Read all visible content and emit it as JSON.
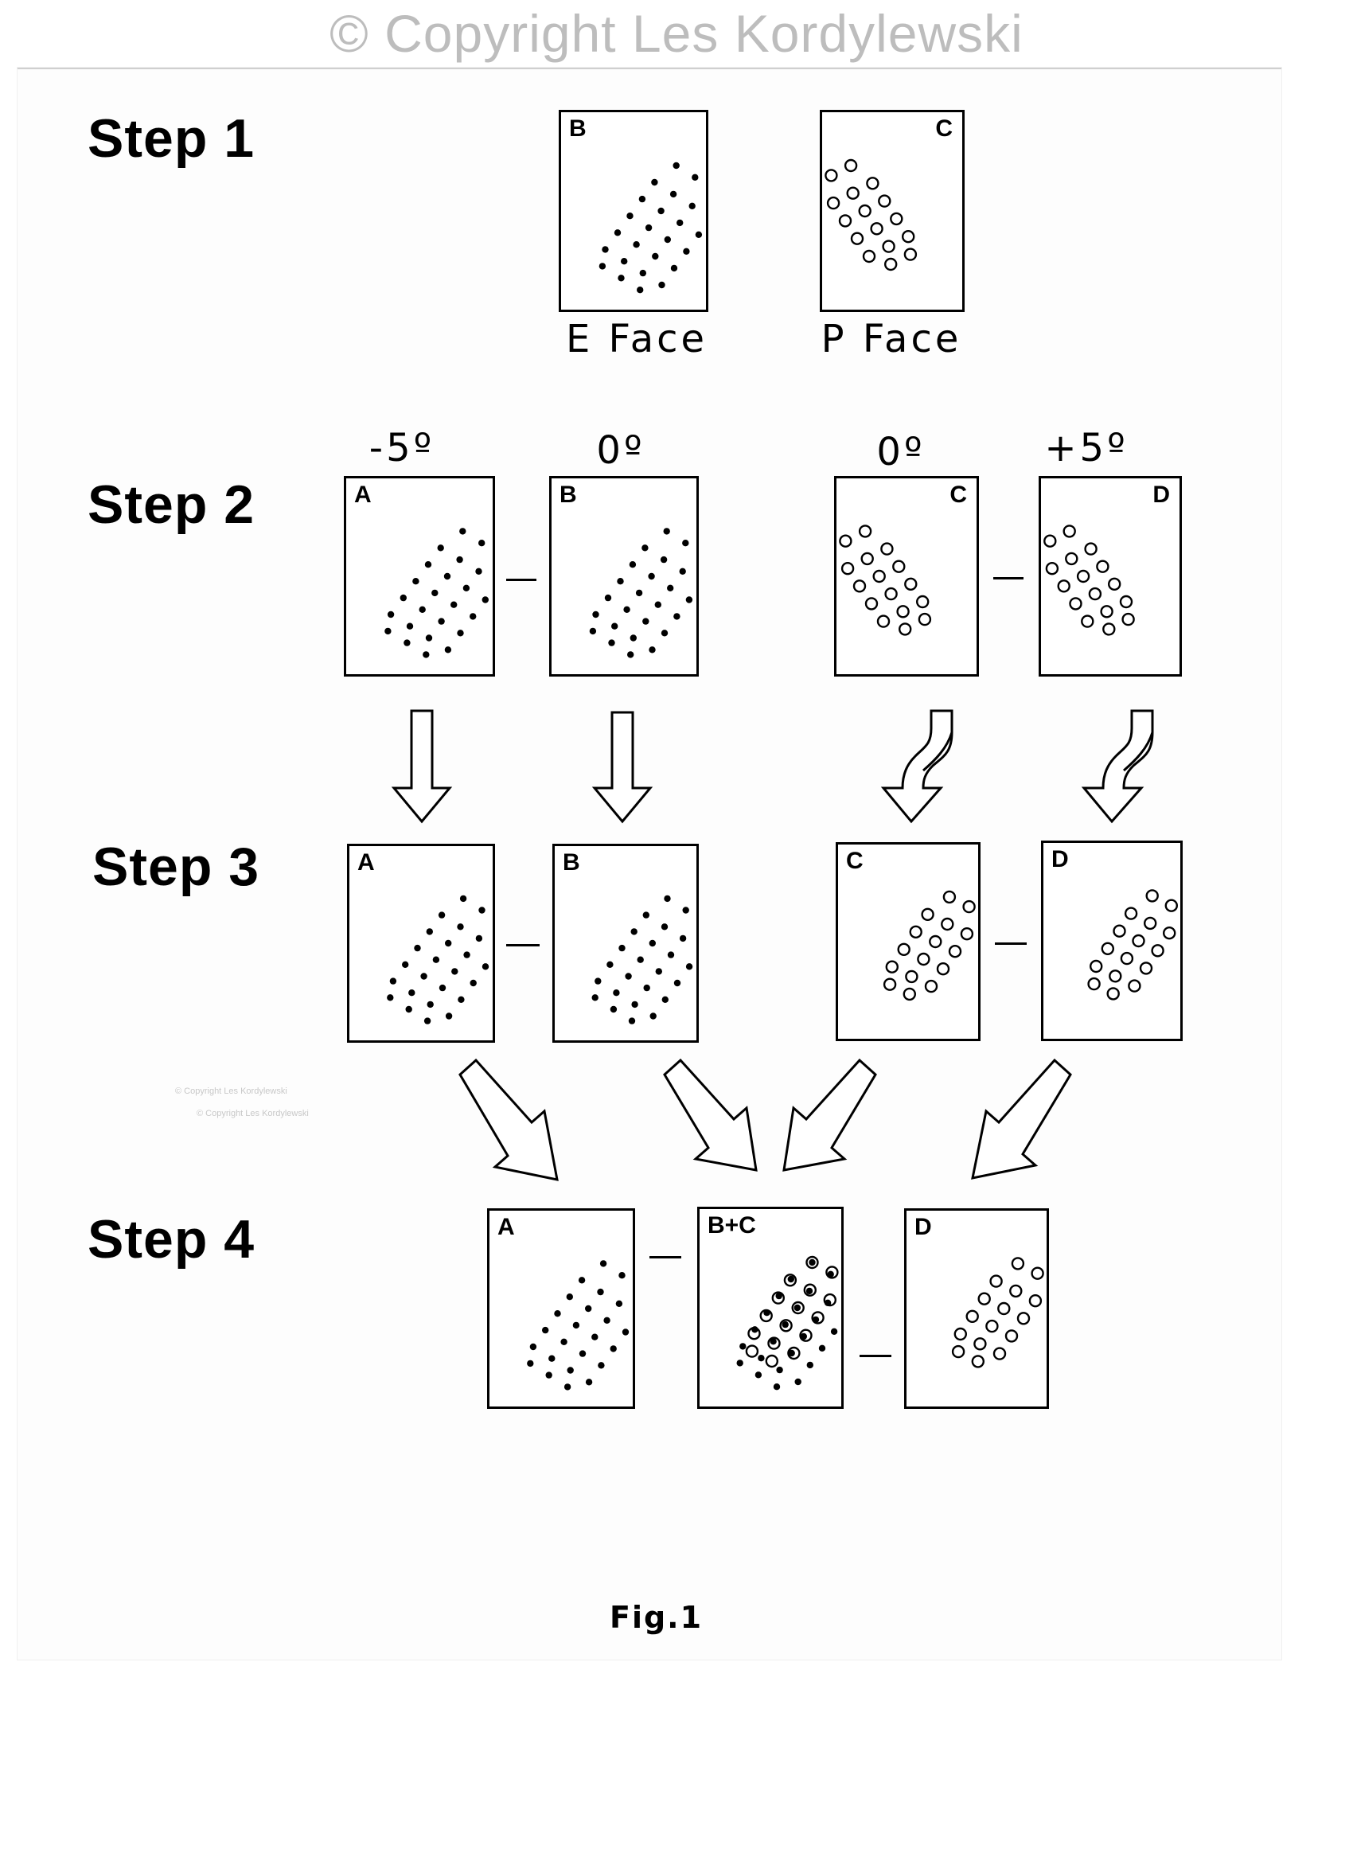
{
  "copyright": "© Copyright Les Kordylewski",
  "watermark": "© Copyright Les Kordylewski",
  "figure_label": "Fig.1",
  "dot_patterns": [
    "filled-dots",
    "open-circles",
    "combined"
  ],
  "step1": {
    "label": "Step 1",
    "cards": [
      {
        "letter": "B",
        "pattern": "filled-dots",
        "caption": "E Face"
      },
      {
        "letter": "C",
        "pattern": "open-circles",
        "caption": "P Face"
      }
    ]
  },
  "step2": {
    "label": "Step 2",
    "angles": [
      "-5º",
      "0º",
      "0º",
      "+5º"
    ],
    "cards": [
      {
        "letter": "A",
        "pattern": "filled-dots"
      },
      {
        "letter": "B",
        "pattern": "filled-dots"
      },
      {
        "letter": "C",
        "pattern": "open-circles"
      },
      {
        "letter": "D",
        "pattern": "open-circles"
      }
    ]
  },
  "step3": {
    "label": "Step 3",
    "cards": [
      {
        "letter": "A",
        "pattern": "filled-dots"
      },
      {
        "letter": "B",
        "pattern": "filled-dots"
      },
      {
        "letter": "C",
        "pattern": "open-circles"
      },
      {
        "letter": "D",
        "pattern": "open-circles"
      }
    ]
  },
  "step4": {
    "label": "Step 4",
    "cards": [
      {
        "letter": "A",
        "pattern": "filled-dots"
      },
      {
        "letter": "B+C",
        "pattern": "combined"
      },
      {
        "letter": "D",
        "pattern": "open-circles"
      }
    ]
  }
}
